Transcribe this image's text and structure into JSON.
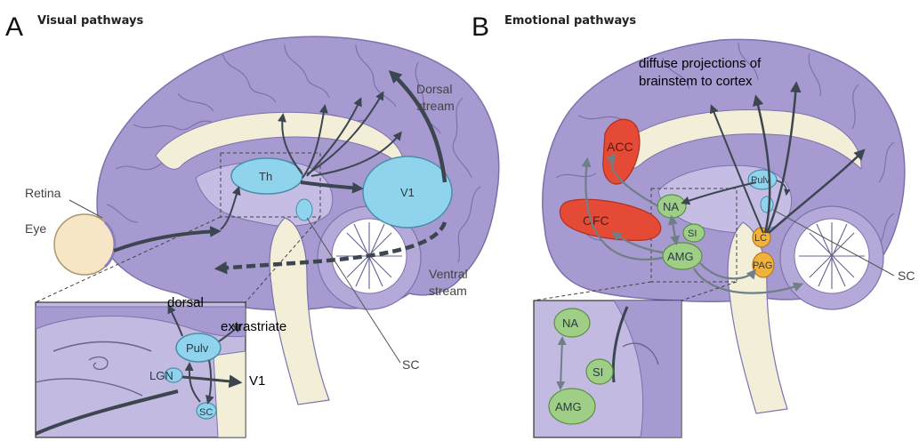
{
  "panel_a": {
    "letter": "A",
    "title": "Visual pathways",
    "labels": {
      "retina": "Retina",
      "eye": "Eye",
      "th": "Th",
      "v1": "V1",
      "dorsal_stream_1": "Dorsal",
      "dorsal_stream_2": "stream",
      "ventral_stream_1": "Ventral",
      "ventral_stream_2": "stream",
      "sc": "SC"
    },
    "inset": {
      "dorsal": "dorsal",
      "extrastriate": "extrastriate",
      "pulv": "Pulv",
      "lgn": "LGN",
      "v1": "V1",
      "sc": "SC"
    }
  },
  "panel_b": {
    "letter": "B",
    "title": "Emotional pathways",
    "annotation_line1": "diffuse projections of",
    "annotation_line2": "brainstem to cortex",
    "labels": {
      "acc": "ACC",
      "ofc": "OFC",
      "na": "NA",
      "si": "SI",
      "amg": "AMG",
      "pulv": "Pulv",
      "lc": "LC",
      "pag": "PAG",
      "sc": "SC"
    },
    "inset": {
      "na": "NA",
      "si": "SI",
      "amg": "AMG"
    }
  },
  "colors": {
    "brain": "#a69ad0",
    "brain_dark": "#8b7fbd",
    "white_matter": "#f3eed8",
    "node_blue": "#8fd3ec",
    "node_green": "#9fcf86",
    "node_red": "#e44a35",
    "node_orange": "#f2b13c",
    "arrow": "#3c4650"
  }
}
